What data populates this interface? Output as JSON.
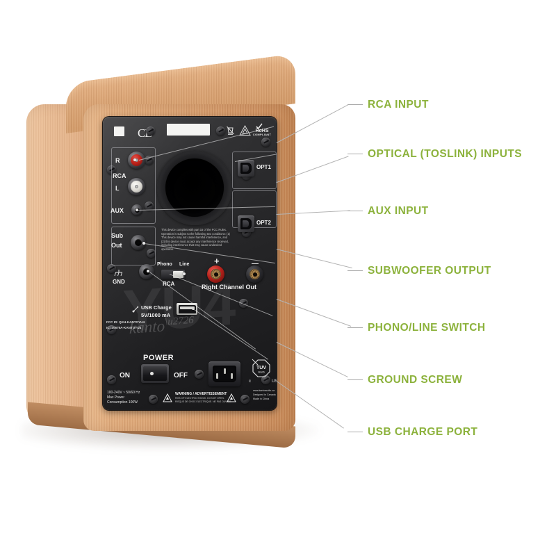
{
  "product": {
    "brand": "kanto",
    "model_watermark": "YU4",
    "cabinet_finish": "bamboo"
  },
  "colors": {
    "callout_green": "#8cb23c",
    "leader_line": "#a9a9a9",
    "plate_black": "#242426",
    "wood_light": "#e8b98d",
    "wood_edge": "#c0814f",
    "rca_red": "#c0241c",
    "rca_white": "#dedcd6",
    "post_red": "#b4201a",
    "background": "#ffffff"
  },
  "callouts": [
    {
      "id": "rca-input",
      "label": "RCA INPUT"
    },
    {
      "id": "optical-inputs",
      "label": "OPTICAL (TOSLINK) INPUTS"
    },
    {
      "id": "aux-input",
      "label": "AUX INPUT"
    },
    {
      "id": "subwoofer-output",
      "label": "SUBWOOFER OUTPUT"
    },
    {
      "id": "phono-line-switch",
      "label": "PHONO/LINE SWITCH"
    },
    {
      "id": "ground-screw",
      "label": "GROUND SCREW"
    },
    {
      "id": "usb-charge-port",
      "label": "USB CHARGE PORT"
    }
  ],
  "panel": {
    "rca": {
      "group_label": "RCA",
      "right_label": "R",
      "left_label": "L"
    },
    "aux_label": "AUX",
    "sub_out_label_line1": "Sub",
    "sub_out_label_line2": "Out",
    "ground_label": "GND",
    "optical": {
      "opt1_label": "OPT1",
      "opt2_label": "OPT2"
    },
    "switch": {
      "phono_label": "Phono",
      "line_label": "Line",
      "rca_label": "RCA"
    },
    "speaker_out": {
      "label": "Right Channel Out",
      "plus": "+",
      "minus": "—"
    },
    "usb": {
      "title": "USB Charge",
      "rating": "5V/1000 mA"
    },
    "power": {
      "title": "POWER",
      "on_label": "ON",
      "off_label": "OFF"
    },
    "fcc_statement": "This device complies with part 15 of the FCC Rules. Operation is subject to the following two conditions: (1) This device may not cause harmful interference, and (2) this device must accept any interference received, including interference that may cause undesired operation.",
    "ids": {
      "fcc_id": "FCC ID: QKH-KANTOYU4",
      "ic_id": "IC: 10676A-KANTOYU4"
    },
    "ratings": {
      "voltage": "100-240V ~ 50/60 Hz",
      "power_line1": "Max Power",
      "power_line2": "Consumption 100W"
    },
    "warning": {
      "title": "WARNING / ADVERTISSEMENT",
      "line1": "RISK OF ELECTRIC SHOCK. DO NOT OPEN.",
      "line2": "RISQUE DE CHOC ELECTRIQUE. NE PAS OUVRIR."
    },
    "footer": {
      "website": "www.kantoaudio.ca",
      "designed": "Designed in Canada",
      "made": "Made in China"
    },
    "certifications": {
      "ce": "CE",
      "rohs_line1": "RoHS",
      "rohs_line2": "COMPLIANT",
      "tuv": "TÜV",
      "tuv_sub": "SUD",
      "tuv_left": "c",
      "tuv_right": "US"
    }
  }
}
